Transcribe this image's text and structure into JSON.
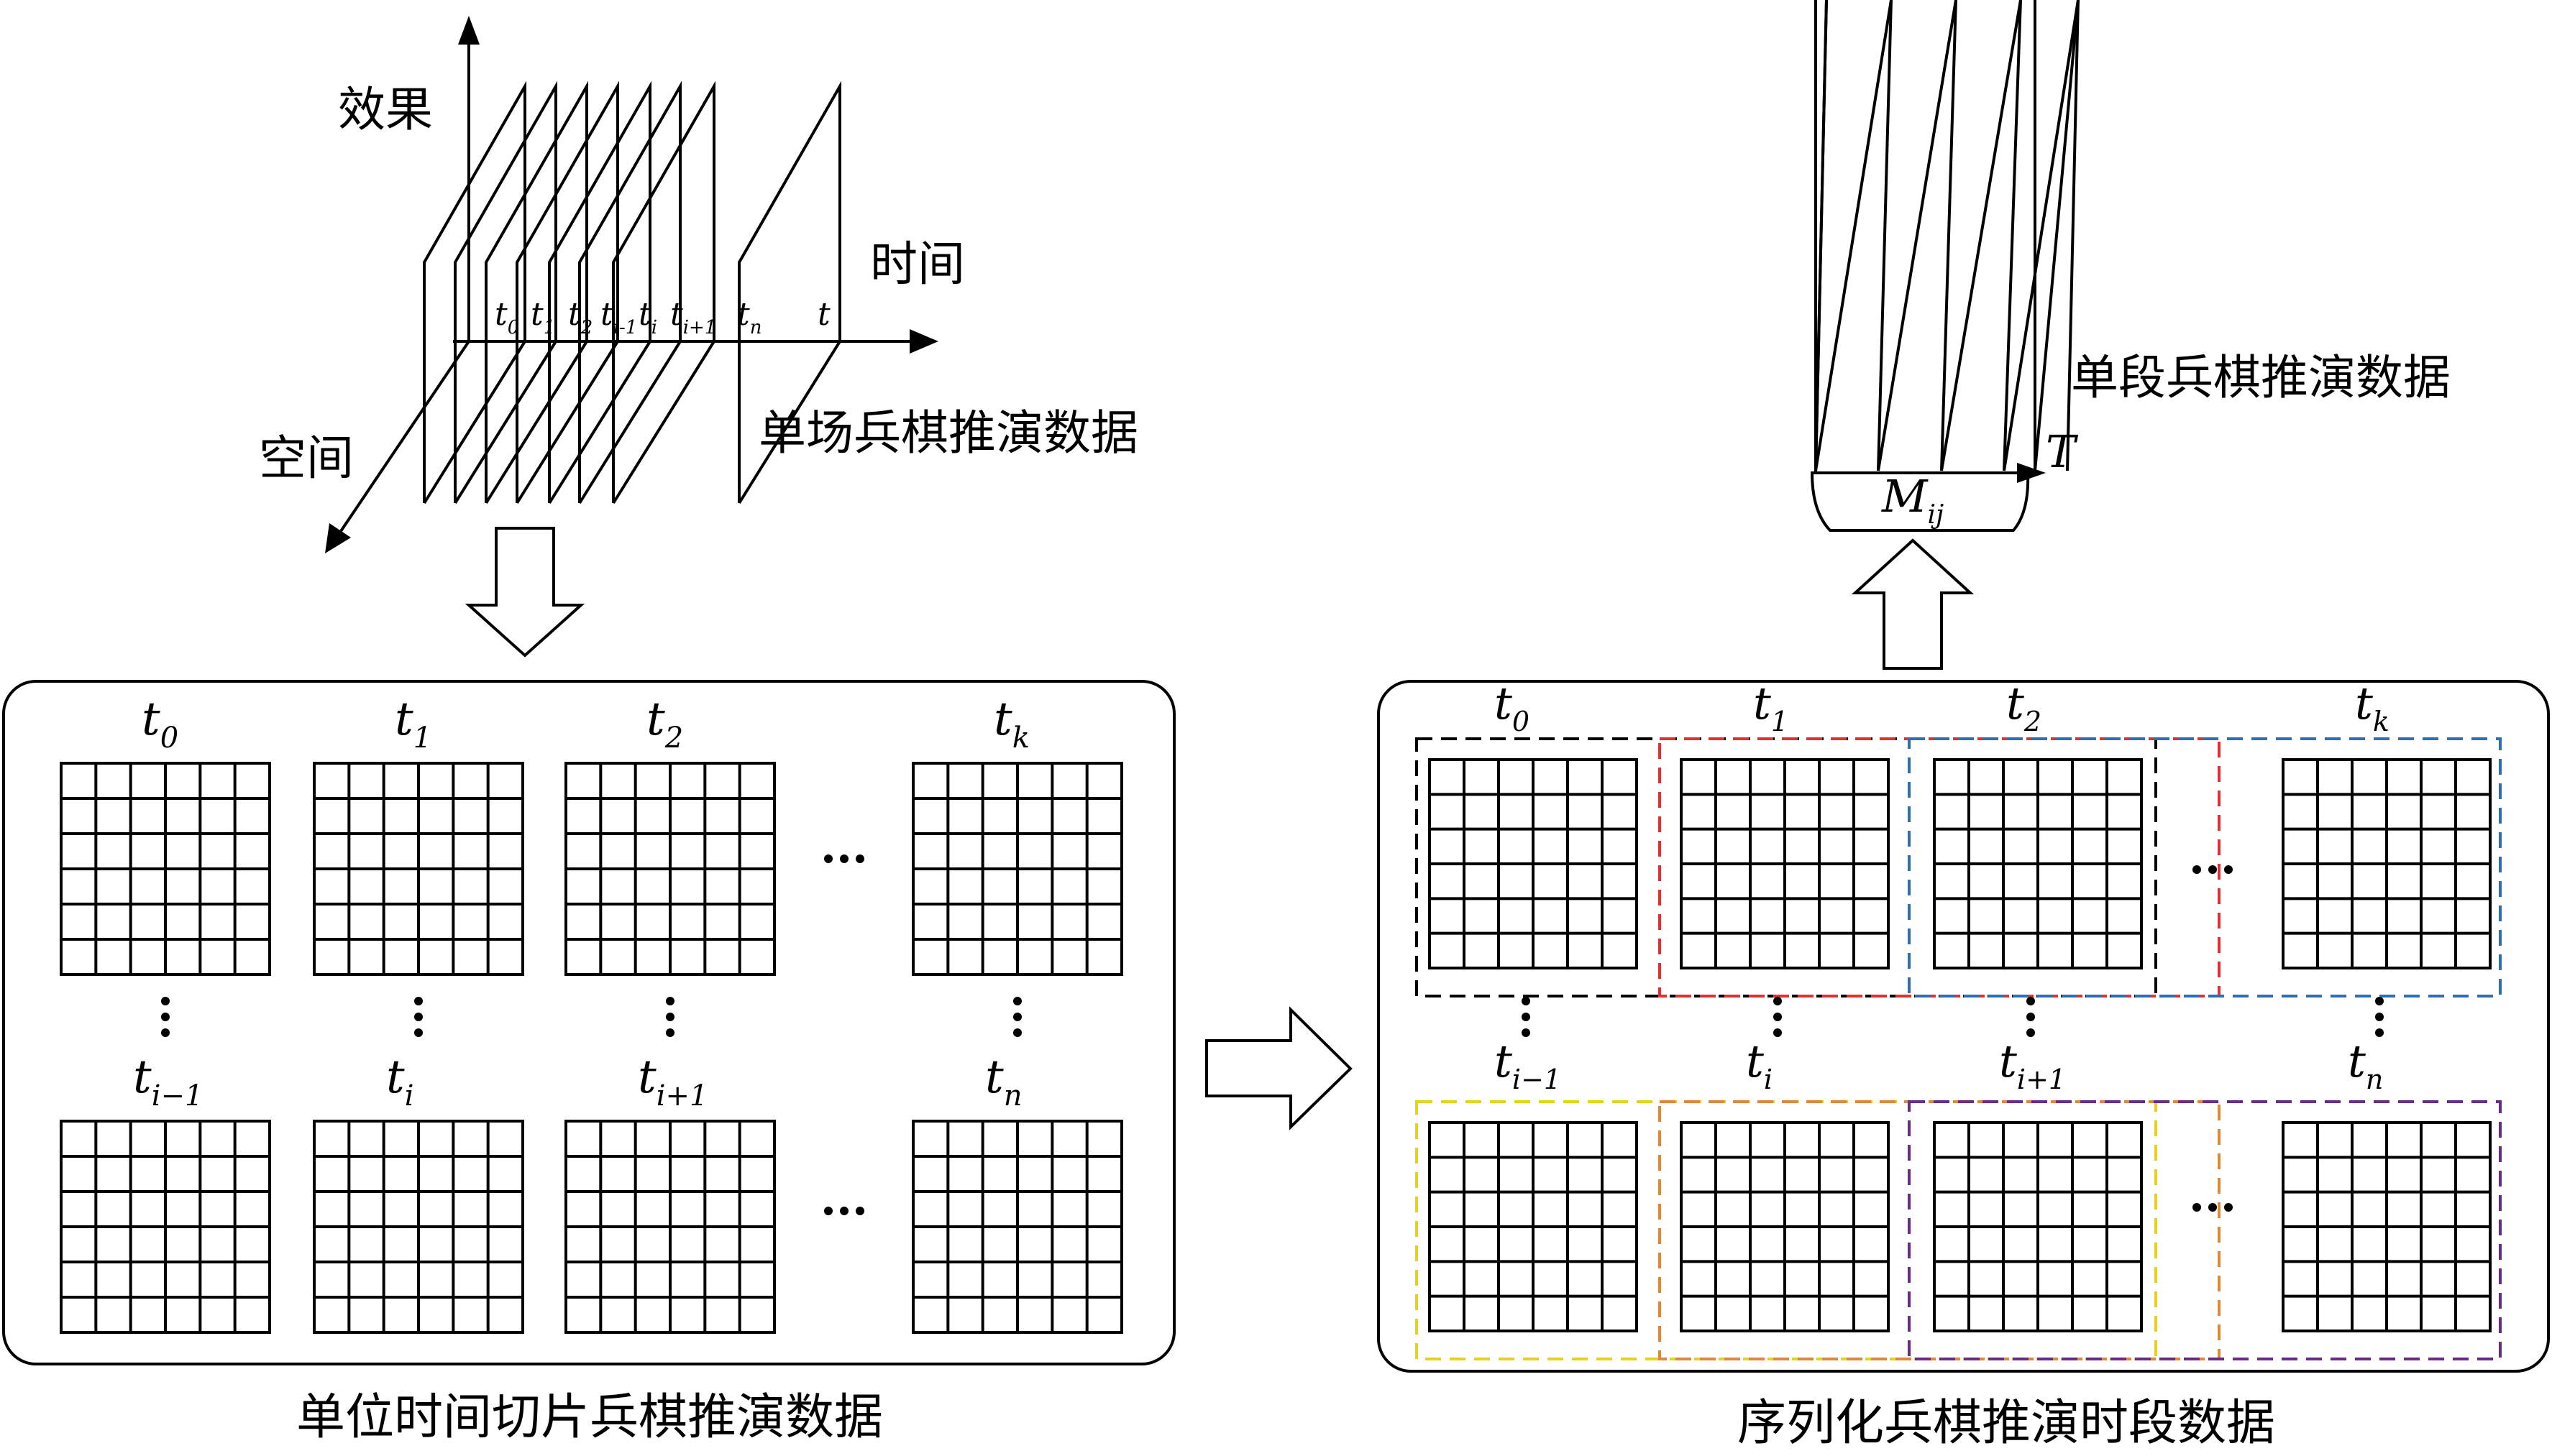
{
  "labels": {
    "axis_effect": "效果",
    "axis_time": "时间",
    "axis_space": "空间",
    "single_game_data": "单场兵棋推演数据",
    "single_segment_data": "单段兵棋推演数据",
    "unit_slice_caption": "单位时间切片兵棋推演数据",
    "sequence_caption": "序列化兵棋推演时段数据"
  },
  "axis3d": {
    "ticks": [
      {
        "base": "t",
        "sub": "0"
      },
      {
        "base": "t",
        "sub": "1"
      },
      {
        "base": "t",
        "sub": "2"
      },
      {
        "base": "t",
        "sub": "i-1"
      },
      {
        "base": "t",
        "sub": "i"
      },
      {
        "base": "t",
        "sub": "i+1"
      },
      {
        "base": "t",
        "sub": "n"
      }
    ],
    "axis_var": "t"
  },
  "segment": {
    "base": "M",
    "sub": "ij",
    "axis_var": "T"
  },
  "left_panel": {
    "top_row": [
      {
        "base": "t",
        "sub": "0"
      },
      {
        "base": "t",
        "sub": "1"
      },
      {
        "base": "t",
        "sub": "2"
      },
      {
        "base": "t",
        "sub": "k"
      }
    ],
    "bottom_row": [
      {
        "base": "t",
        "sub": "i−1"
      },
      {
        "base": "t",
        "sub": "i"
      },
      {
        "base": "t",
        "sub": "i+1"
      },
      {
        "base": "t",
        "sub": "n"
      }
    ],
    "ellipsis": "···"
  },
  "right_panel": {
    "top_row": [
      {
        "base": "t",
        "sub": "0"
      },
      {
        "base": "t",
        "sub": "1"
      },
      {
        "base": "t",
        "sub": "2"
      },
      {
        "base": "t",
        "sub": "k"
      }
    ],
    "bottom_row": [
      {
        "base": "t",
        "sub": "i−1"
      },
      {
        "base": "t",
        "sub": "i"
      },
      {
        "base": "t",
        "sub": "i+1"
      },
      {
        "base": "t",
        "sub": "n"
      }
    ],
    "ellipsis": "···",
    "window_colors": {
      "top": [
        "#000000",
        "#e03030",
        "#2f6fb0"
      ],
      "bottom": [
        "#e6d21a",
        "#e0873a",
        "#6a2a8a"
      ]
    }
  }
}
